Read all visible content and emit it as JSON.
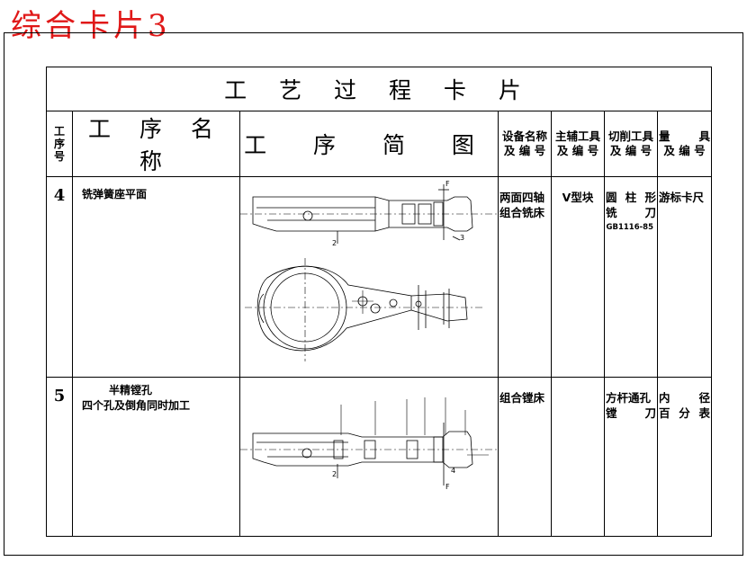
{
  "page_label": "综合卡片3",
  "title": "工 艺 过 程 卡 片",
  "headers": {
    "step_no": [
      "工",
      "序",
      "号"
    ],
    "step_name": "工 序 名 称",
    "sketch": "工 序 简 图",
    "equipment": [
      "设备名称",
      "及 编 号"
    ],
    "main_tool": [
      "主辅工具",
      "及 编 号"
    ],
    "cutting_tool": [
      "切削工具",
      "及 编 号"
    ],
    "gauge": [
      "量 具",
      "及 编 号"
    ]
  },
  "rows": [
    {
      "no": "4",
      "name": [
        "铣弹簧座平面"
      ],
      "equipment": [
        "两面四轴",
        "组合铣床"
      ],
      "main_tool": [
        "V型块"
      ],
      "cutting_tool": [
        "圆 柱 形",
        "铣 刀"
      ],
      "cutting_tool_code": "GB1116-85",
      "gauge": [
        "游标卡尺"
      ],
      "sketch_labels": [
        "F",
        "2",
        "3"
      ]
    },
    {
      "no": "5",
      "name": [
        "半精镗孔",
        "四个孔及倒角同时加工"
      ],
      "equipment": [
        "组合镗床"
      ],
      "main_tool": [],
      "cutting_tool": [
        "方杆通孔",
        "镗 刀"
      ],
      "gauge": [
        "内 径",
        "百 分 表"
      ],
      "sketch_labels": [
        "2",
        "4",
        "F"
      ]
    }
  ]
}
